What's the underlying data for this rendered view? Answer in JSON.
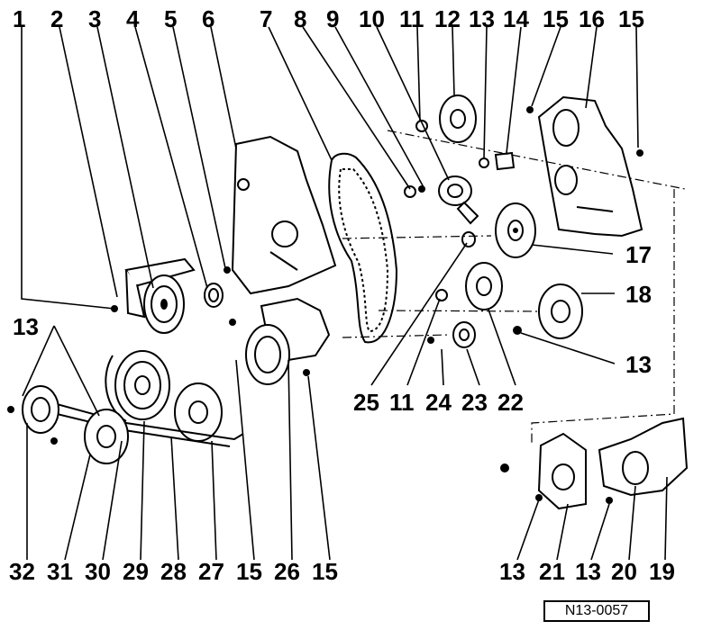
{
  "diagram": {
    "reference_code": "N13-0057",
    "top_callouts": [
      "1",
      "2",
      "3",
      "4",
      "5",
      "6",
      "7",
      "8",
      "9",
      "10",
      "11",
      "12",
      "13",
      "14",
      "15",
      "16",
      "15"
    ],
    "right_callouts": [
      "17",
      "18",
      "13"
    ],
    "middle_callouts": [
      "13",
      "25",
      "11",
      "24",
      "23",
      "22"
    ],
    "bottom_left_callouts": [
      "32",
      "31",
      "30",
      "29",
      "28",
      "27",
      "15",
      "26",
      "15"
    ],
    "bottom_right_callouts": [
      "13",
      "21",
      "13",
      "20",
      "19"
    ]
  }
}
